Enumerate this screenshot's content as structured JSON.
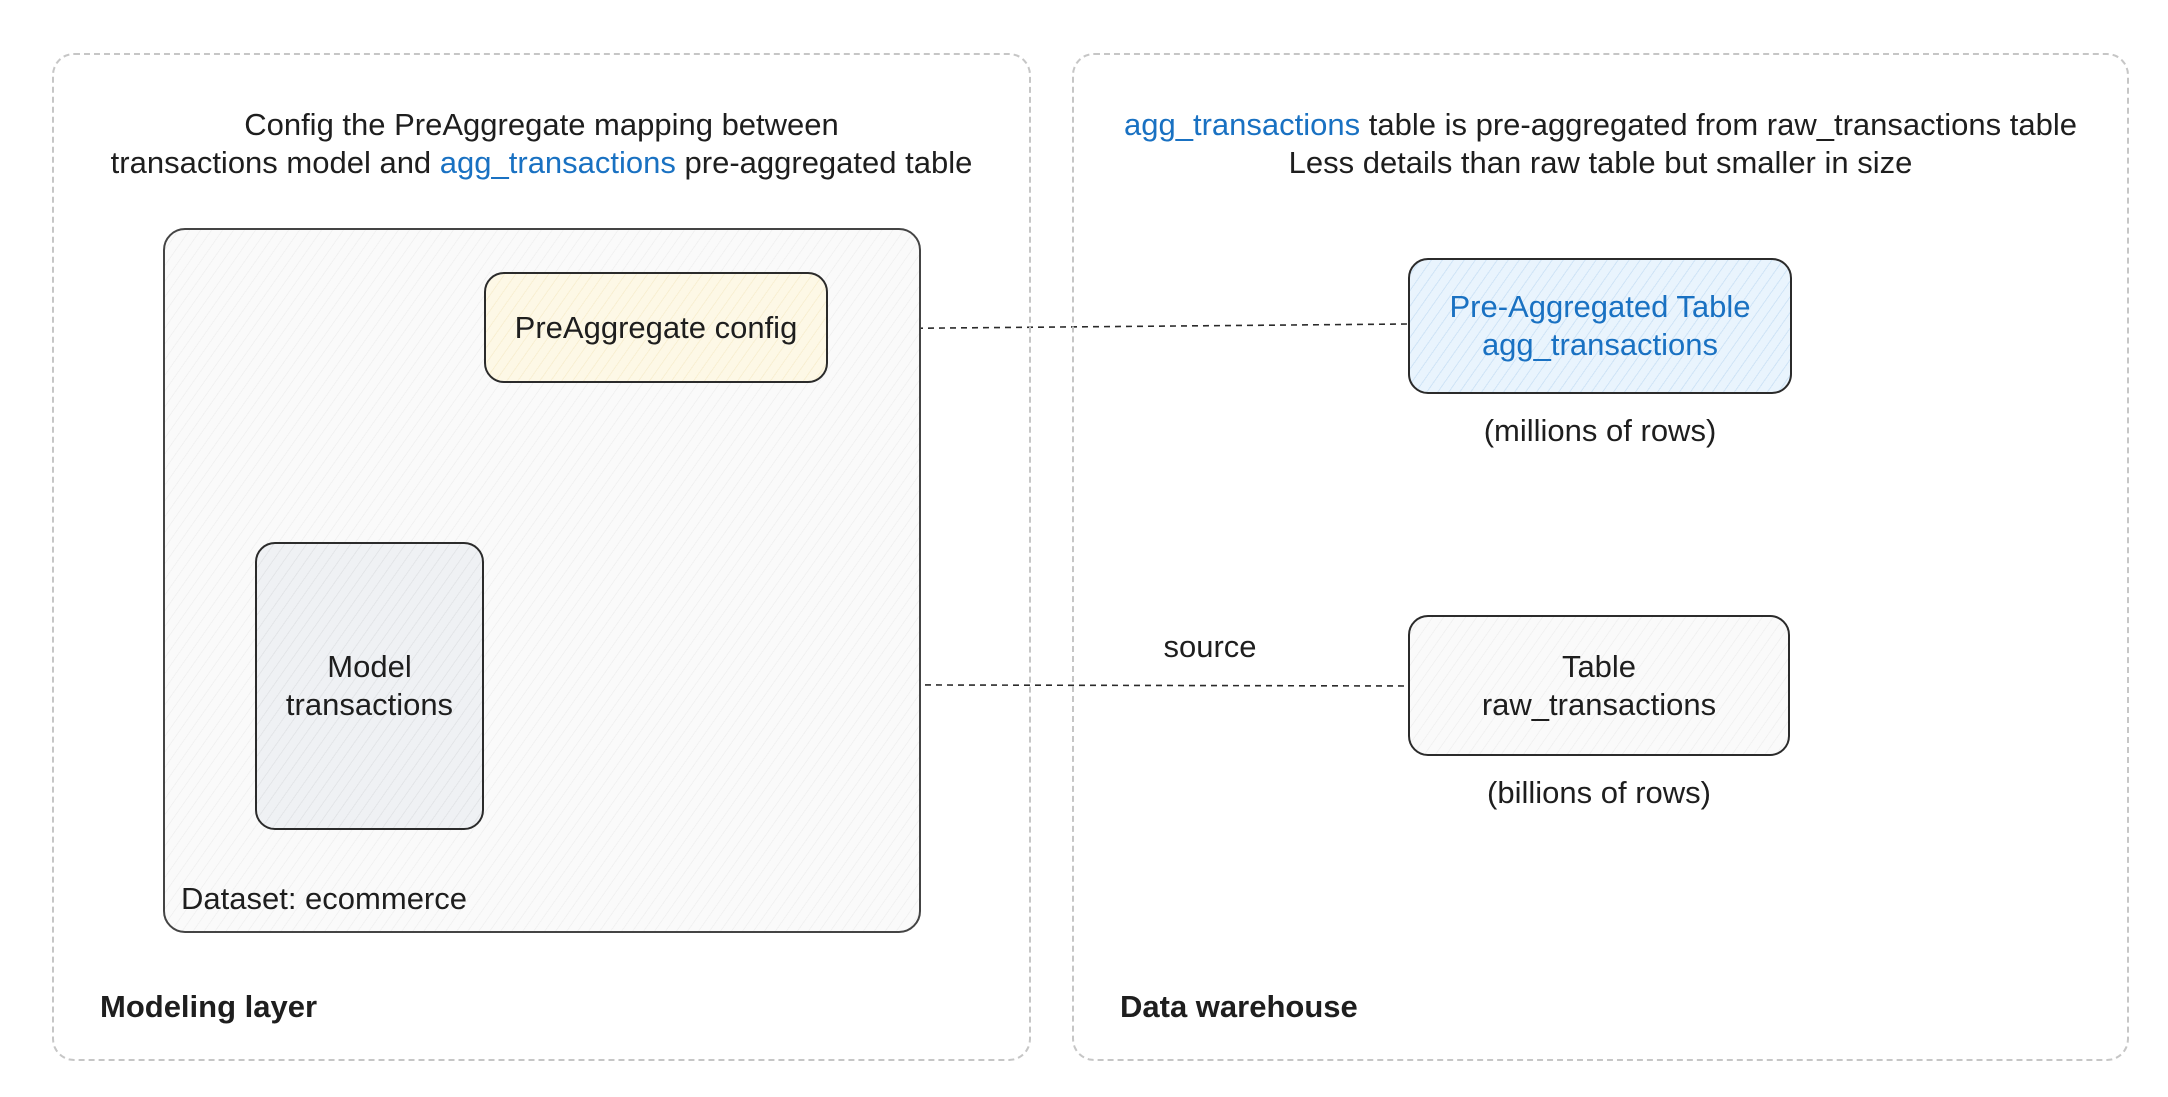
{
  "modeling_layer": {
    "title": "Modeling layer",
    "caption": {
      "line1": "Config the PreAggregate mapping between",
      "line2_prefix": "transactions model and ",
      "line2_highlight": "agg_transactions",
      "line2_suffix": " pre-aggregated table"
    },
    "dataset_label": "Dataset: ecommerce",
    "preaggregate_config_label": "PreAggregate config",
    "model": {
      "line1": "Model",
      "line2": "transactions"
    }
  },
  "data_warehouse": {
    "title": "Data warehouse",
    "caption": {
      "line1_highlight": "agg_transactions",
      "line1_suffix": " table is pre-aggregated from raw_transactions table",
      "line2": "Less details than raw table but smaller in size"
    },
    "pre_aggregated_table": {
      "line1": "Pre-Aggregated Table",
      "line2": "agg_transactions",
      "note": "(millions of rows)"
    },
    "raw_table": {
      "line1": "Table",
      "line2": "raw_transactions",
      "note": "(billions of rows)"
    }
  },
  "connectors": {
    "source_label": "source"
  },
  "colors": {
    "accent": "#1971c2",
    "preaggregate_fill": "#fdf8e6",
    "pre_aggregated_table_fill": "#e9f4fd",
    "model_fill": "#eff1f4",
    "panel_border": "#c6c6c6"
  }
}
